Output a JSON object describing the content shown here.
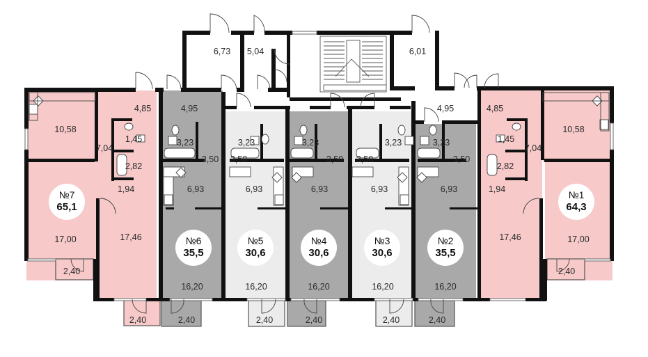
{
  "colors": {
    "pink": "#f7c9c9",
    "dark_gray": "#a9a9aa",
    "light_gray": "#ececec",
    "wall": "#111111"
  },
  "stair_area": {
    "rooms": [
      "6,73",
      "5,04",
      "6,01"
    ]
  },
  "apartments": [
    {
      "id": "apt7",
      "number": "№7",
      "area": "65,1",
      "shade": "pink",
      "rooms": [
        "10,58",
        "4,85",
        "1,45",
        "7,04",
        "2,82",
        "1,94",
        "17,00",
        "17,46",
        "2,40",
        "2,40"
      ]
    },
    {
      "id": "apt6",
      "number": "№6",
      "area": "35,5",
      "shade": "dark_gray",
      "rooms": [
        "4,95",
        "3,23",
        "3,50",
        "6,93",
        "16,20",
        "2,40"
      ]
    },
    {
      "id": "apt5",
      "number": "№5",
      "area": "30,6",
      "shade": "light_gray",
      "rooms": [
        "3,23",
        "3,50",
        "6,93",
        "16,20",
        "2,40"
      ]
    },
    {
      "id": "apt4",
      "number": "№4",
      "area": "30,6",
      "shade": "dark_gray",
      "rooms": [
        "3,23",
        "3,50",
        "6,93",
        "16,20",
        "2,40"
      ]
    },
    {
      "id": "apt3",
      "number": "№3",
      "area": "30,6",
      "shade": "light_gray",
      "rooms": [
        "3,23",
        "3,50",
        "6,93",
        "16,20",
        "2,40"
      ]
    },
    {
      "id": "apt2",
      "number": "№2",
      "area": "35,5",
      "shade": "dark_gray",
      "rooms": [
        "4,95",
        "3,23",
        "3,50",
        "6,93",
        "16,20",
        "2,40"
      ]
    },
    {
      "id": "apt1",
      "number": "№1",
      "area": "64,3",
      "shade": "pink",
      "rooms": [
        "4,85",
        "10,58",
        "1,45",
        "7,04",
        "2,82",
        "1,94",
        "17,46",
        "17,00",
        "2,40"
      ]
    }
  ]
}
